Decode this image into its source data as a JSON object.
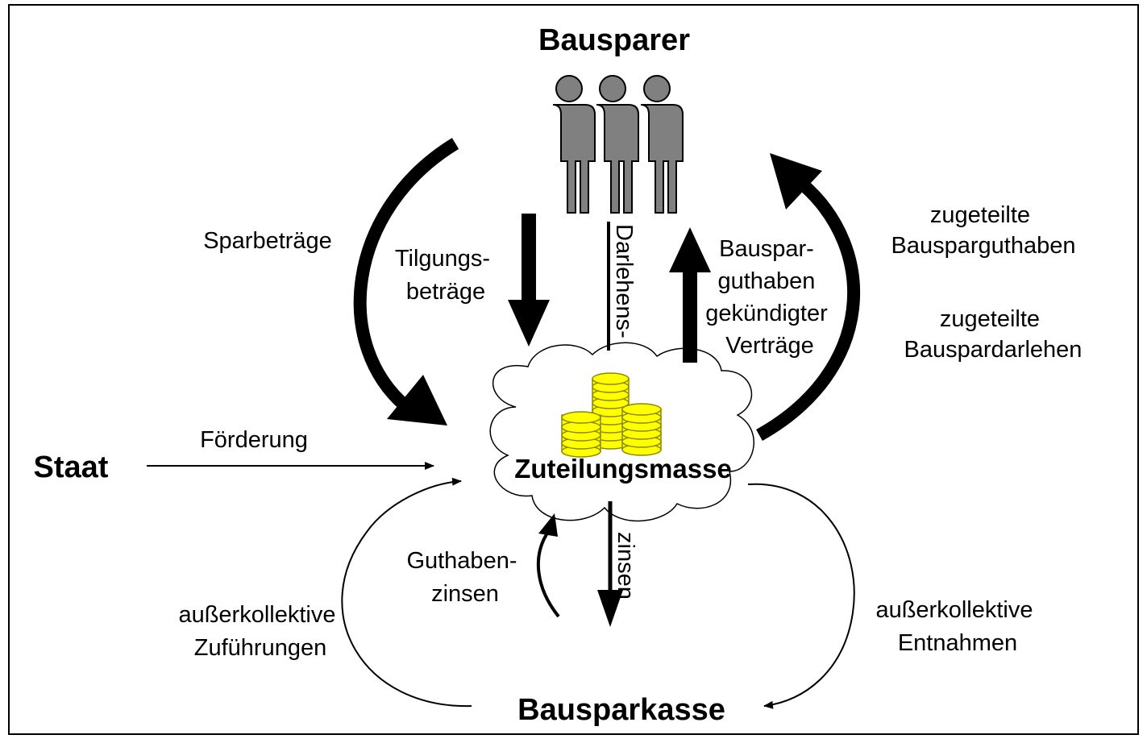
{
  "nodes": {
    "bausparer": "Bausparer",
    "staat": "Staat",
    "zuteilungsmasse": "Zuteilungsmasse",
    "bausparkasse": "Bausparkasse"
  },
  "flows": {
    "sparbetraege": "Sparbeträge",
    "tilgungsbetraege": [
      "Tilgungs-",
      "beträge"
    ],
    "darlehens": "Darlehens-",
    "bauspar_gekuendigt": [
      "Bauspar-",
      "guthaben",
      "gekündigter",
      "Verträge"
    ],
    "zugeteilte_guthaben": [
      "zugeteilte",
      "Bausparguthaben"
    ],
    "zugeteilte_darlehen": [
      "zugeteilte",
      "Bauspardarlehen"
    ],
    "foerderung": "Förderung",
    "guthabenzinsen": [
      "Guthaben-",
      "zinsen"
    ],
    "zinsen": "zinsen",
    "ak_zufuehrungen": [
      "außerkollektive",
      "Zuführungen"
    ],
    "ak_entnahmen": [
      "außerkollektive",
      "Entnahmen"
    ]
  },
  "colors": {
    "person_fill": "#808080",
    "coin_fill": "#ffff00",
    "coin_stroke": "#999900",
    "arrow": "#000000"
  },
  "icons": {
    "people": "people-group-icon",
    "coins": "coin-stack-icon",
    "cloud": "cloud-shape"
  }
}
